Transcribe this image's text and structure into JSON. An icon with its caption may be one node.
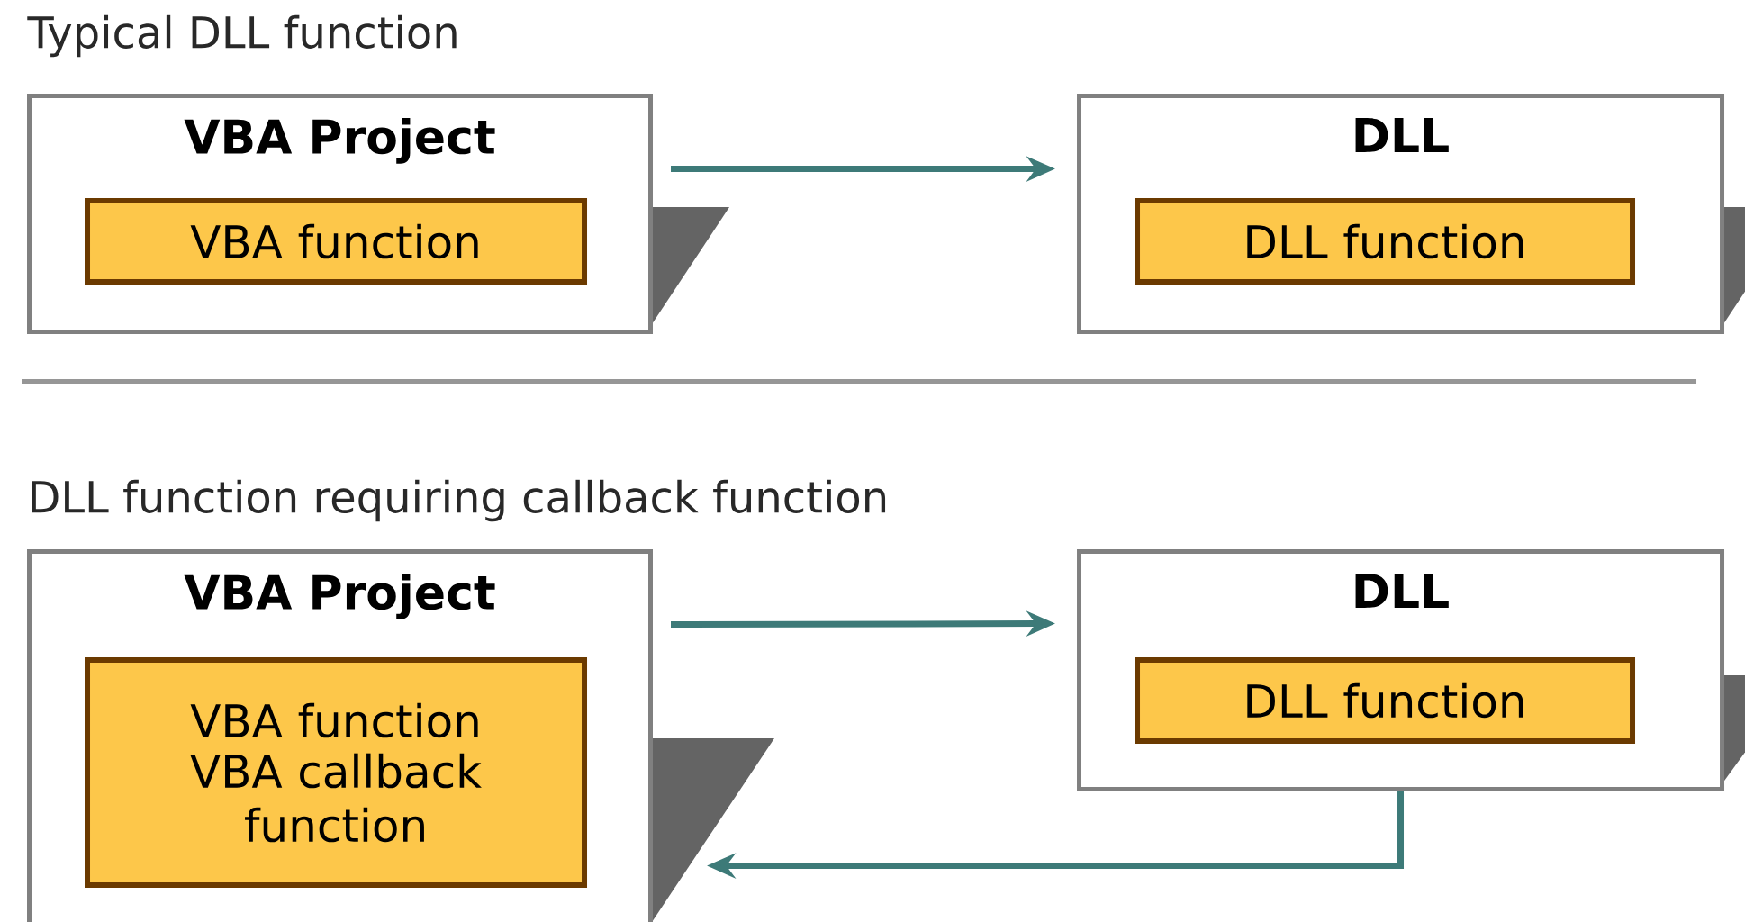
{
  "diagram": {
    "nodes": [
      {
        "text": [
          "VBA Project"
        ]
      },
      {
        "text": [
          "VBA function"
        ],
        "in": 0
      },
      {
        "text": [
          "DLL"
        ]
      },
      {
        "text": [
          "DLL function"
        ],
        "in": 2
      },
      {
        "text": [
          "VBA Project"
        ]
      },
      {
        "text": [
          "VBA function",
          "VBA callback function"
        ],
        "in": 4
      },
      {
        "text": [
          "DLL"
        ]
      },
      {
        "text": [
          "DLL function"
        ],
        "in": 6
      }
    ],
    "edges": [
      {
        "from": 0,
        "to": 2,
        "arrow": "to"
      },
      {
        "from": 4,
        "to": 6,
        "arrow": "to"
      },
      {
        "from": 6,
        "to": 4,
        "arrow": "to"
      }
    ],
    "labels": [
      "Typical DLL function",
      "DLL function requiring callback function"
    ]
  }
}
